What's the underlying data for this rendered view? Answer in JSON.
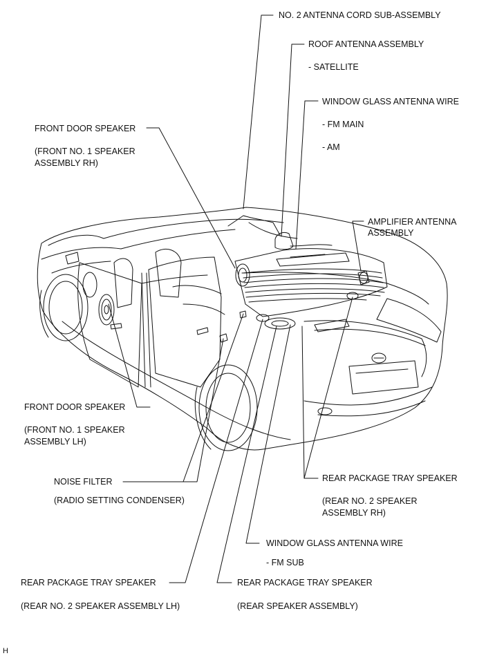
{
  "labels": {
    "no2_antenna_cord": "NO. 2 ANTENNA CORD SUB-ASSEMBLY",
    "roof_antenna": "ROOF ANTENNA ASSEMBLY",
    "roof_antenna_sub": "- SATELLITE",
    "window_glass_antenna_top": "WINDOW GLASS ANTENNA WIRE",
    "window_glass_top_sub1": "- FM MAIN",
    "window_glass_top_sub2": "- AM",
    "front_door_speaker_rh": "FRONT DOOR SPEAKER",
    "front_door_speaker_rh_sub1": "(FRONT NO. 1 SPEAKER",
    "front_door_speaker_rh_sub2": "ASSEMBLY RH)",
    "amplifier_antenna_1": "AMPLIFIER ANTENNA",
    "amplifier_antenna_2": "ASSEMBLY",
    "front_door_speaker_lh": "FRONT DOOR SPEAKER",
    "front_door_speaker_lh_sub1": "(FRONT NO. 1 SPEAKER",
    "front_door_speaker_lh_sub2": "ASSEMBLY LH)",
    "noise_filter": "NOISE FILTER",
    "noise_filter_sub": "(RADIO SETTING CONDENSER)",
    "rear_tray_rh": "REAR PACKAGE TRAY SPEAKER",
    "rear_tray_rh_sub1": "(REAR NO. 2 SPEAKER",
    "rear_tray_rh_sub2": "ASSEMBLY RH)",
    "window_glass_antenna_bottom": "WINDOW GLASS ANTENNA WIRE",
    "window_glass_bottom_sub": "- FM SUB",
    "rear_tray_lh": "REAR PACKAGE TRAY SPEAKER",
    "rear_tray_lh_sub": "(REAR NO. 2 SPEAKER ASSEMBLY LH)",
    "rear_tray_center": "REAR PACKAGE TRAY SPEAKER",
    "rear_tray_center_sub": "(REAR SPEAKER ASSEMBLY)",
    "corner_code": "H"
  },
  "colors": {
    "line": "#111111",
    "background": "#ffffff"
  }
}
